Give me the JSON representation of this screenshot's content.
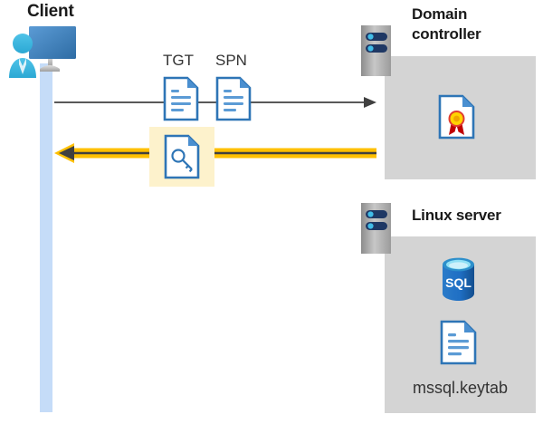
{
  "diagram": {
    "type": "sequence-diagram",
    "title_client": "Client",
    "actors": [
      {
        "id": "client",
        "label": "Client"
      },
      {
        "id": "domain-controller",
        "label": "Domain\ncontroller"
      },
      {
        "id": "linux-server",
        "label": "Linux server"
      }
    ]
  },
  "client": {
    "title": "Client",
    "icon": "user-workstation-icon"
  },
  "domain_controller": {
    "title_line1": "Domain",
    "title_line2": "controller",
    "server_icon": "server-rack-icon",
    "contents": [
      {
        "icon": "certificate-document-icon",
        "label": ""
      }
    ]
  },
  "linux_server": {
    "title": "Linux server",
    "server_icon": "server-rack-icon",
    "contents": [
      {
        "icon": "sql-database-icon",
        "label": "SQL"
      },
      {
        "icon": "keytab-document-icon",
        "label": "mssql.keytab"
      }
    ],
    "keytab_label": "mssql.keytab",
    "sql_label": "SQL"
  },
  "messages": [
    {
      "id": "request",
      "direction": "right",
      "from": "client",
      "to": "domain-controller",
      "color": "#595959",
      "artifacts": [
        {
          "label": "TGT",
          "icon": "document-icon"
        },
        {
          "label": "SPN",
          "icon": "document-icon"
        }
      ]
    },
    {
      "id": "response",
      "direction": "left",
      "from": "domain-controller",
      "to": "client",
      "color": "#FFC000",
      "head_color": "#404040",
      "highlighted": true,
      "artifacts": [
        {
          "label": "",
          "icon": "service-ticket-key-icon"
        }
      ]
    }
  ],
  "labels": {
    "tgt": "TGT",
    "spn": "SPN"
  },
  "colors": {
    "lifeline": "#C5DCF8",
    "panel": "#D4D4D4",
    "highlight": "#FDF2CC",
    "arrow_yellow": "#FFC000",
    "arrow_gray": "#595959",
    "doc_blue": "#2E75B6",
    "sql_blue": "#1F6FC4",
    "title_text": "#1A1A1A"
  }
}
